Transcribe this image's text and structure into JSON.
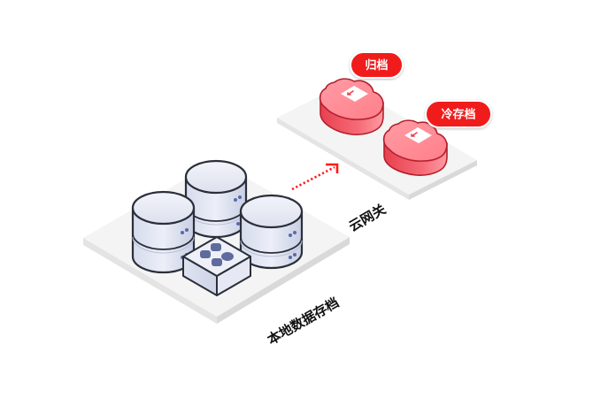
{
  "diagram": {
    "local_platform": {
      "label": "本地数据存档",
      "databases": [
        {
          "name": "database-left",
          "icon": "database-icon"
        },
        {
          "name": "database-middle",
          "icon": "database-icon"
        },
        {
          "name": "database-right",
          "icon": "database-icon"
        }
      ],
      "appliance": {
        "name": "storage-appliance",
        "icon": "grid-module-icon"
      }
    },
    "connection": {
      "icon": "dotted-arrow-icon",
      "color": "#ff1a1a"
    },
    "cloud_platform": {
      "label": "云网关",
      "clouds": [
        {
          "name": "archive",
          "badge": "归档",
          "icon": "cloud-download-icon"
        },
        {
          "name": "cold-storage",
          "badge": "冷存档",
          "icon": "cloud-download-icon"
        }
      ]
    },
    "colors": {
      "badge": "#f01a1a",
      "cloud_top": "#ff8f99",
      "cloud_side": "#ec4a58",
      "cloud_outline": "#b3202c",
      "db_fill": "#e4e7f2",
      "db_side": "#cfd4e6",
      "db_outline": "#2a2f3a",
      "db_dot": "#5a6aa8",
      "platform_top": "#f5f5f5",
      "platform_side": "#e6e6e6"
    }
  }
}
